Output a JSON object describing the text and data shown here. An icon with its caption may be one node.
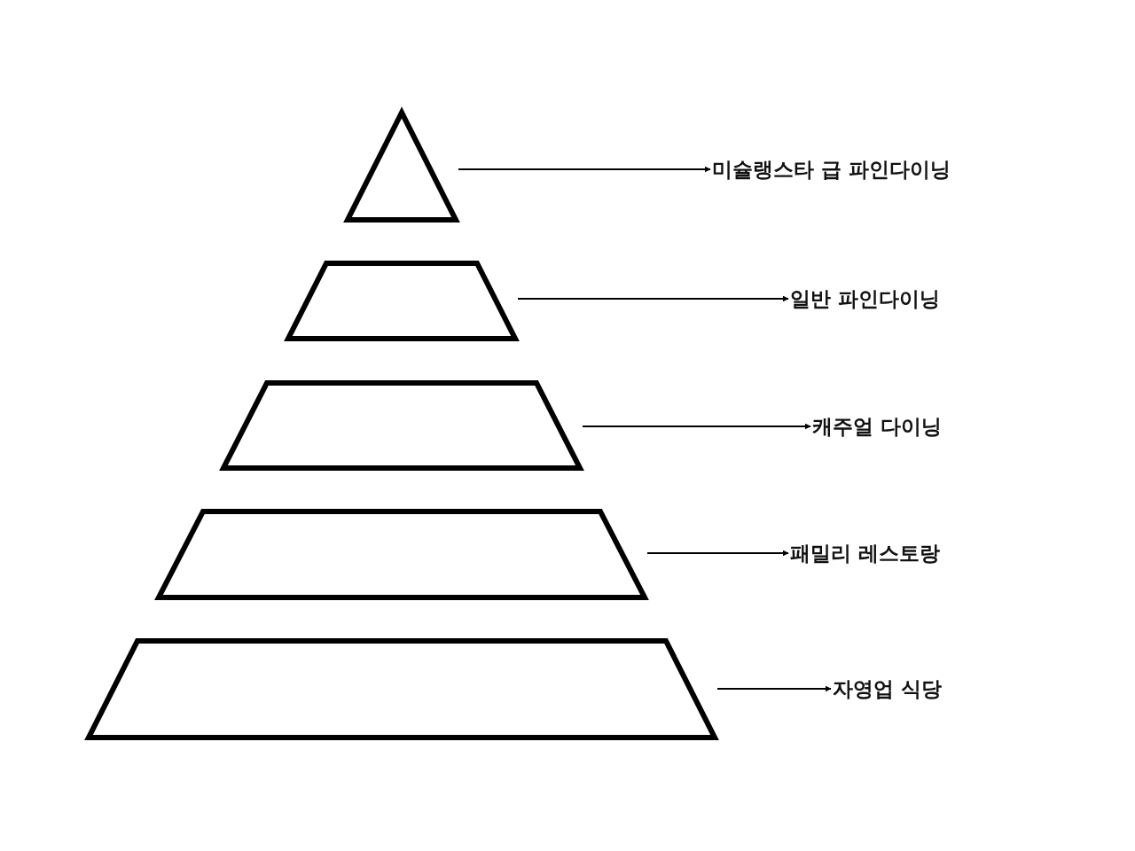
{
  "diagram": {
    "nodes": [
      {
        "text": [],
        "shape": "triangle"
      },
      {
        "text": [
          "미슐랭스타 급 파인다이닝"
        ]
      },
      {
        "text": [],
        "shape": "trapezoid"
      },
      {
        "text": [
          "일반 파인다이닝"
        ]
      },
      {
        "text": [],
        "shape": "trapezoid"
      },
      {
        "text": [
          "캐주얼 다이닝"
        ]
      },
      {
        "text": [],
        "shape": "trapezoid"
      },
      {
        "text": [
          "패밀리 레스토랑"
        ]
      },
      {
        "text": [],
        "shape": "trapezoid"
      },
      {
        "text": [
          "자영업 식당"
        ]
      }
    ],
    "edges": [
      {
        "from": 0,
        "to": 1,
        "arrow": "to"
      },
      {
        "from": 2,
        "to": 3,
        "arrow": "to"
      },
      {
        "from": 4,
        "to": 5,
        "arrow": "to"
      },
      {
        "from": 6,
        "to": 7,
        "arrow": "to"
      },
      {
        "from": 8,
        "to": 9,
        "arrow": "to"
      }
    ]
  }
}
